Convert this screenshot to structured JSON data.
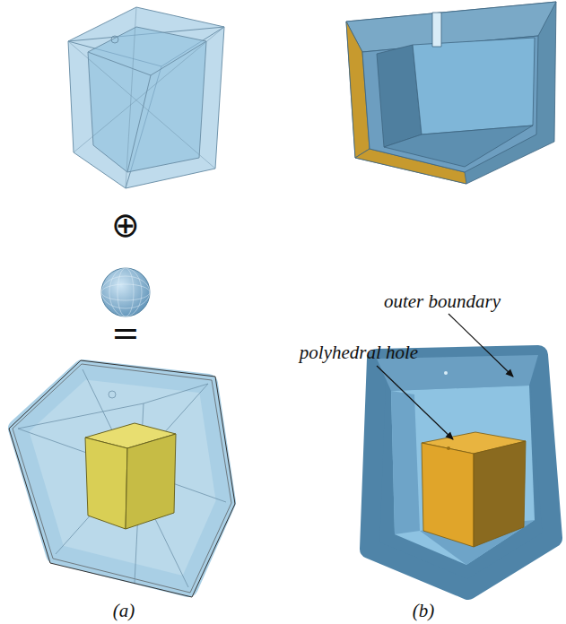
{
  "diagram": {
    "labels": [
      "⊕",
      "=",
      "outer boundary",
      "polyhedral hole",
      "(a)",
      "(b)"
    ]
  }
}
